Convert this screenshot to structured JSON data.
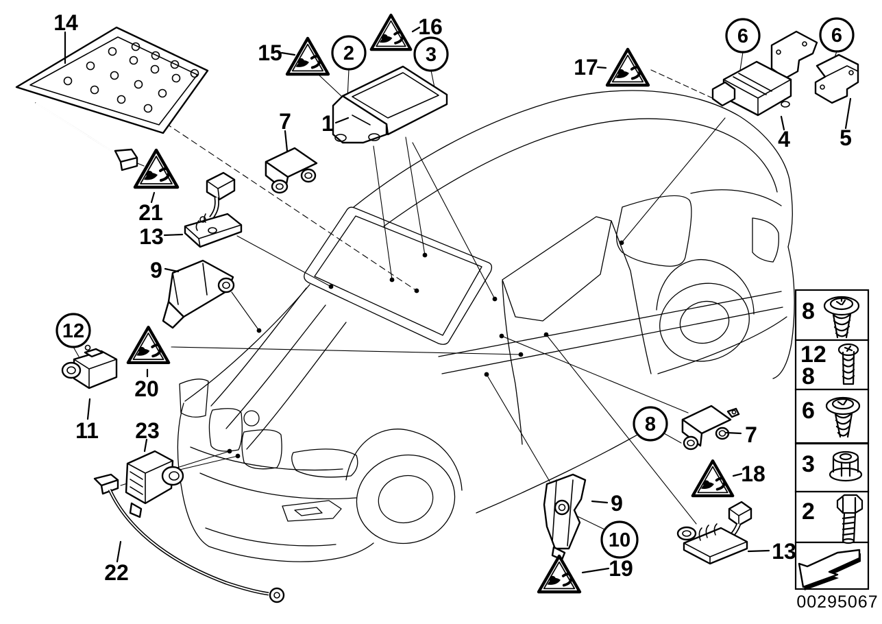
{
  "diagram": {
    "image_number": "00295067",
    "callouts": {
      "c1": "1",
      "c2": "2",
      "c3": "3",
      "c4": "4",
      "c5": "5",
      "c6a": "6",
      "c6b": "6",
      "c7top": "7",
      "c7right": "7",
      "c8": "8",
      "c9left": "9",
      "c9bottom": "9",
      "c10": "10",
      "c11": "11",
      "c12": "12",
      "c13left": "13",
      "c13bottom": "13",
      "c14": "14",
      "c15": "15",
      "c16": "16",
      "c17": "17",
      "c18": "18",
      "c19": "19",
      "c20": "20",
      "c21": "21",
      "c22": "22",
      "c23": "23"
    },
    "legend": {
      "r1": "8",
      "r2a": "12",
      "r2b": "8",
      "r3": "6",
      "r4": "3",
      "r5": "2"
    },
    "colors": {
      "line": "#000000",
      "background": "#ffffff"
    }
  }
}
